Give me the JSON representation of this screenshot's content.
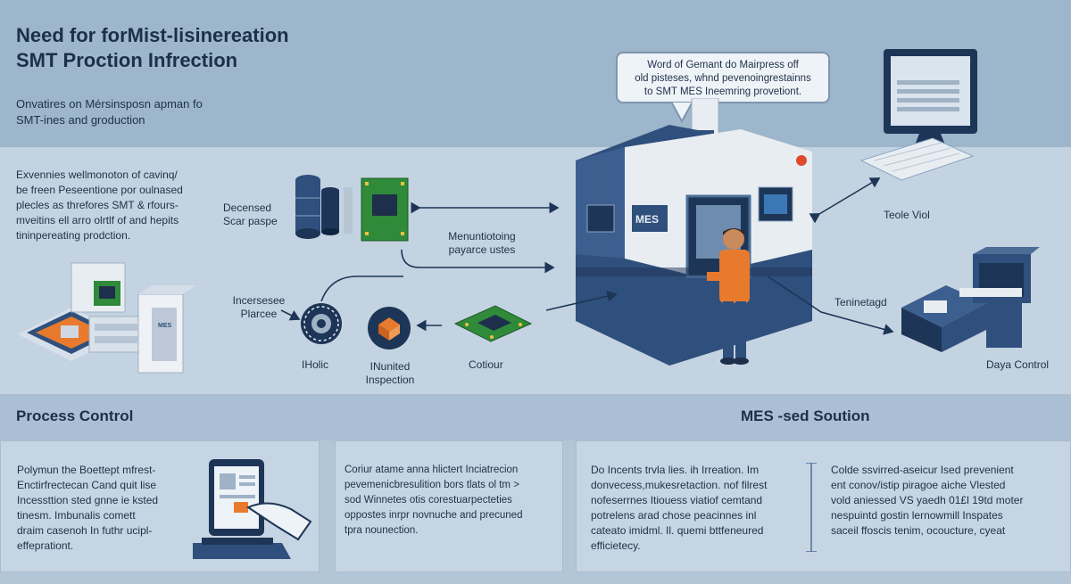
{
  "header": {
    "title_line1": "Need for forMist-lisinereation",
    "title_line2": "SMT Proction Infrection",
    "subtitle_line1": "Onvatires on Mérsinsposn apman  fo",
    "subtitle_line2": "SMT-ines and groduction"
  },
  "callout": {
    "line1": "Word of Gemant do Mairpress off",
    "line2": "old pisteses, whnd pevenoingrestainns",
    "line3": "to SMT MES Ineemring provetiont."
  },
  "intro": {
    "line1": "Exvennies wellmonoton of cavinq/",
    "line2": "be freen Peseentione por oulnased",
    "line3": "plecles as threfores SMT & rfours-",
    "line4": "mveitins ell arro olrtlf of and hepits",
    "line5": "tininpereating prodction."
  },
  "diagram": {
    "machine_label": "MES",
    "labels": {
      "decensed_line1": "Decensed",
      "decensed_line2": "Scar paspe",
      "menu_line1": "Menuntiotoing",
      "menu_line2": "payarce ustes",
      "increse_line1": "Incersesee",
      "increse_line2": "Plarcee",
      "tool": "Teole Viol",
      "teninetagd": "Teninetagd",
      "ihotic": "IHolic",
      "inspect_line1": "INunited",
      "inspect_line2": "Inspection",
      "cotiour": "Cotiour",
      "daya": "Daya Control"
    }
  },
  "sections": {
    "left_title": "Process Control",
    "right_title": "MES -sed Soution"
  },
  "cards": [
    {
      "lines": [
        "Polymun the Boettept mfrest-",
        "Enctirfrectecan Cand quit lise",
        "Incessttion sted gnne ie ksted",
        "tinesm. Imbunalis comett",
        "draim casenoh In futhr ucipl-",
        "effeprationt."
      ]
    },
    {
      "lines": [
        "Coriur atame anna hlictert Inciatrecion",
        "pevemenicbresulition bors tlats ol tm >",
        "sod Winnetes otis corestuarpecteties",
        "oppostes inrpr novnuche and precuned",
        "tpra nounection."
      ]
    },
    {
      "lines": [
        "Do Incents trvla lies. ih Irreation. Im",
        "donvecess,mukesretaction. nof filrest",
        "nofeserrnes Itiouess viatiof cemtand",
        "potrelens arad chose peacinnes inl",
        "cateato imidml. Il. quemi bttfeneured",
        "efficietecy."
      ]
    },
    {
      "lines": [
        "Colde ssvirred-aseicur Ised prevenient",
        "ent conov/istip piragoe aiche Vlested",
        "vold aniessed VS yaedh 01£l 19td moter",
        "nespuintd gostin lernowmill Inspates",
        "saceil ffoscis tenim, ocoucture, cyeat"
      ]
    }
  ],
  "colors": {
    "navy": "#2f4f7c",
    "orange": "#e87a2e",
    "pcb_green": "#2f8a3a",
    "machine_white": "#e8edf2"
  }
}
